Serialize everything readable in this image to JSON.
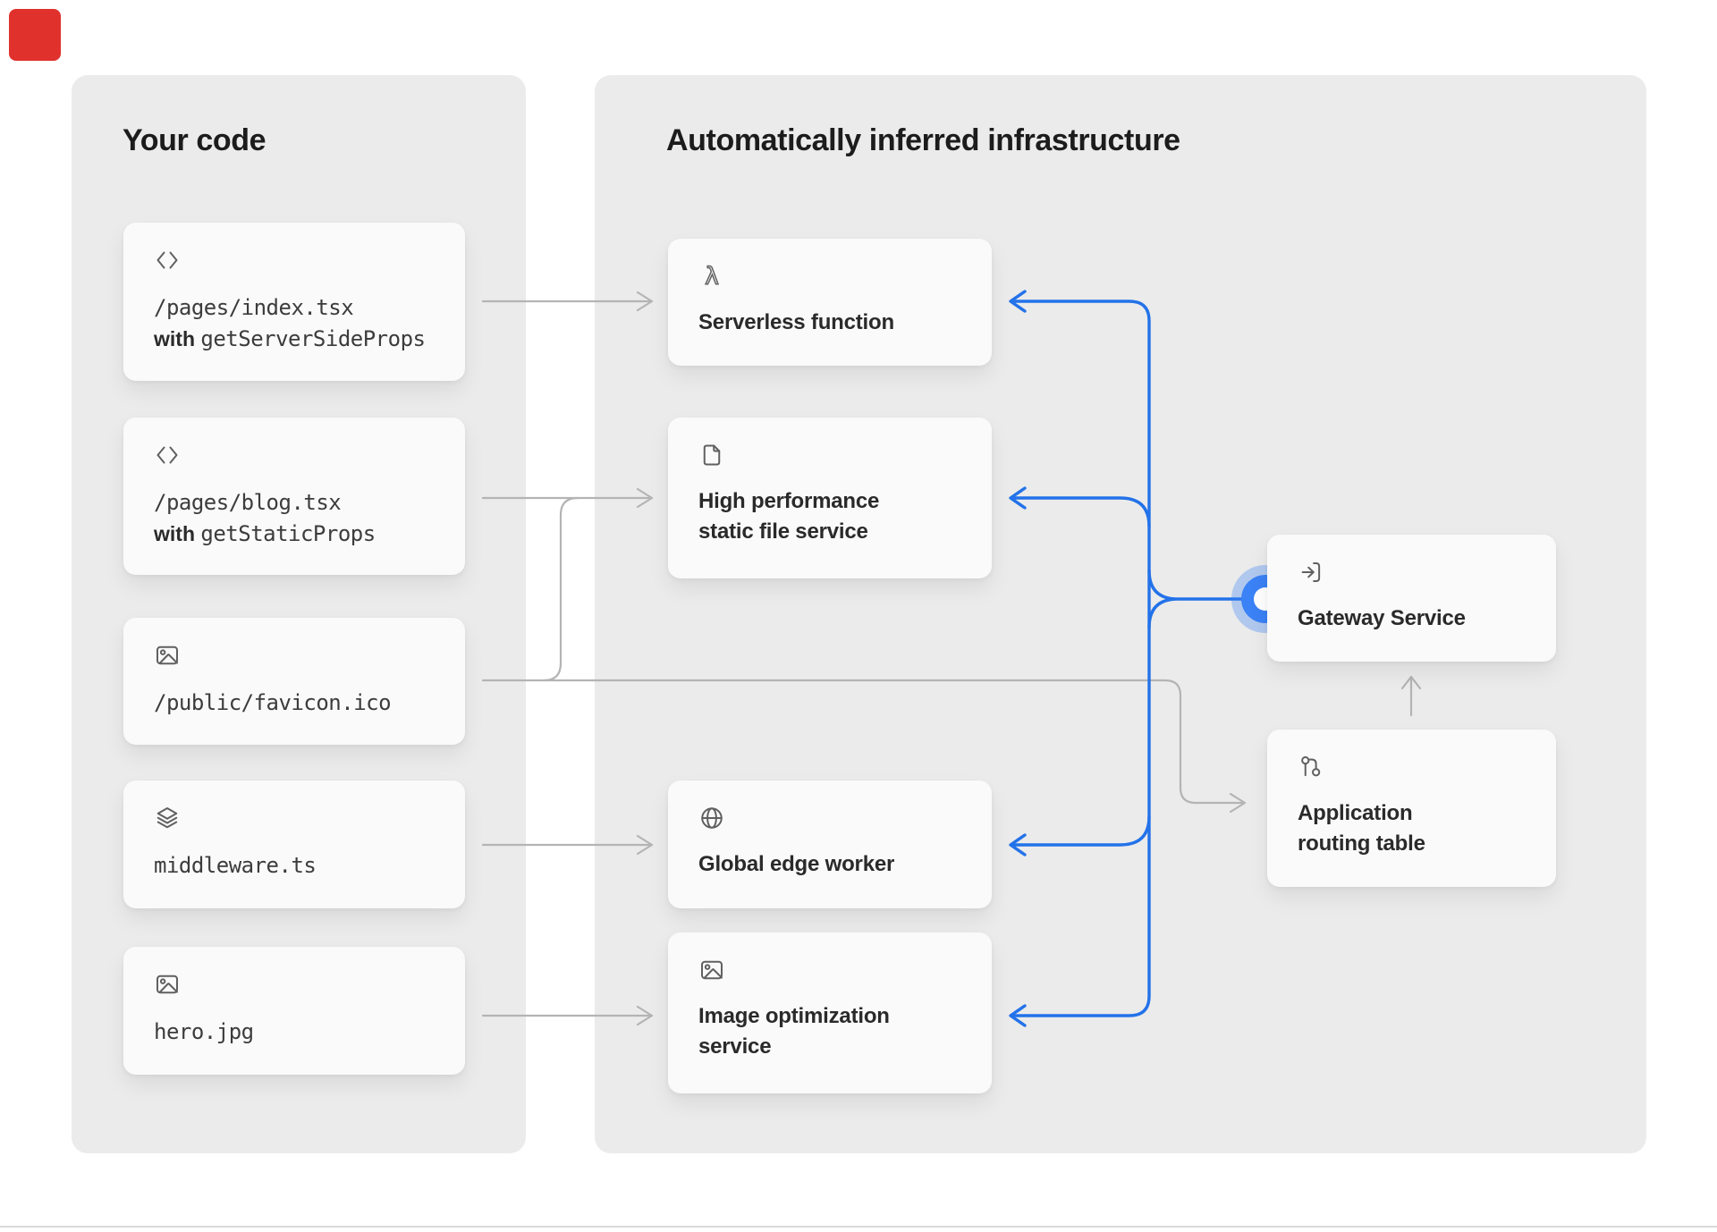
{
  "colors": {
    "panel_bg": "#ebebeb",
    "card_bg": "#fafafa",
    "line_gray": "#b4b4b4",
    "line_blue": "#2372e9",
    "node_blue": "#3b82f6",
    "badge_red": "#e0312d"
  },
  "left_panel": {
    "title": "Your code",
    "cards": [
      {
        "icon": "code-icon",
        "line1": "/pages/index.tsx",
        "with_label": "with",
        "fn": "getServerSideProps"
      },
      {
        "icon": "code-icon",
        "line1": "/pages/blog.tsx",
        "with_label": "with",
        "fn": "getStaticProps"
      },
      {
        "icon": "image-icon",
        "line1": "/public/favicon.ico"
      },
      {
        "icon": "layers-icon",
        "line1": "middleware.ts"
      },
      {
        "icon": "image-icon",
        "line1": "hero.jpg"
      }
    ]
  },
  "right_panel": {
    "title": "Automatically inferred infrastructure",
    "services": [
      {
        "icon": "lambda-icon",
        "label": "Serverless function"
      },
      {
        "icon": "file-icon",
        "label": "High performance static file service"
      },
      {
        "icon": "globe-icon",
        "label": "Global edge worker"
      },
      {
        "icon": "image-icon",
        "label": "Image optimization service"
      },
      {
        "icon": "enter-icon",
        "label": "Gateway Service"
      },
      {
        "icon": "route-icon",
        "label": "Application routing table"
      }
    ]
  },
  "connections": [
    {
      "from": "/pages/index.tsx",
      "to": "Serverless function",
      "style": "gray-arrow"
    },
    {
      "from": "/pages/blog.tsx",
      "to": "High performance static file service",
      "style": "gray-arrow"
    },
    {
      "from": "/public/favicon.ico",
      "to": "High performance static file service",
      "style": "gray-arrow"
    },
    {
      "from": "/public/favicon.ico",
      "to": "Application routing table",
      "style": "gray-arrow"
    },
    {
      "from": "middleware.ts",
      "to": "Global edge worker",
      "style": "gray-arrow"
    },
    {
      "from": "hero.jpg",
      "to": "Image optimization service",
      "style": "gray-arrow"
    },
    {
      "from": "Application routing table",
      "to": "Gateway Service",
      "style": "gray-arrow"
    },
    {
      "from": "Gateway Service",
      "to": "Serverless function",
      "style": "blue-arrow"
    },
    {
      "from": "Gateway Service",
      "to": "High performance static file service",
      "style": "blue-arrow"
    },
    {
      "from": "Gateway Service",
      "to": "Global edge worker",
      "style": "blue-arrow"
    },
    {
      "from": "Gateway Service",
      "to": "Image optimization service",
      "style": "blue-arrow"
    }
  ]
}
